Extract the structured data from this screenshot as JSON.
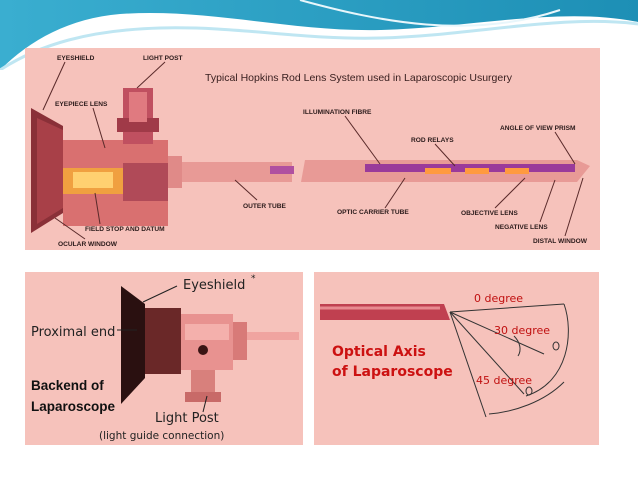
{
  "top_panel": {
    "title": "Typical Hopkins Rod Lens System used in Laparoscopic Usurgery",
    "labels": {
      "eyeshield": "EYESHIELD",
      "light_post": "LIGHT POST",
      "eyepiece_lens": "EYEPIECE LENS",
      "illumination_fibre": "ILLUMINATION FIBRE",
      "rod_relays": "ROD RELAYS",
      "angle_of_view_prism": "ANGLE OF VIEW PRISM",
      "outer_tube": "OUTER TUBE",
      "optic_carrier_tube": "OPTIC CARRIER TUBE",
      "objective_lens": "OBJECTIVE LENS",
      "negative_lens": "NEGATIVE LENS",
      "distal_window": "DISTAL WINDOW",
      "field_stop": "FIELD STOP AND DATUM",
      "ocular_window": "OCULAR WINDOW"
    }
  },
  "left_panel": {
    "eyeshield": "Eyeshield",
    "asterisk": "*",
    "proximal_end": "Proximal end",
    "backend_line1": "Backend of",
    "backend_line2": "Laparoscope",
    "light_post": "Light Post",
    "light_guide": "(light guide connection)"
  },
  "right_panel": {
    "deg0": "0 degree",
    "deg30": "30 degree",
    "deg45": "45 degree",
    "optical_line1": "Optical Axis",
    "optical_line2": "of Laparoscope"
  },
  "colors": {
    "panel_bg": "#f6c2bb",
    "accent_teal": "#2a9fc0"
  }
}
